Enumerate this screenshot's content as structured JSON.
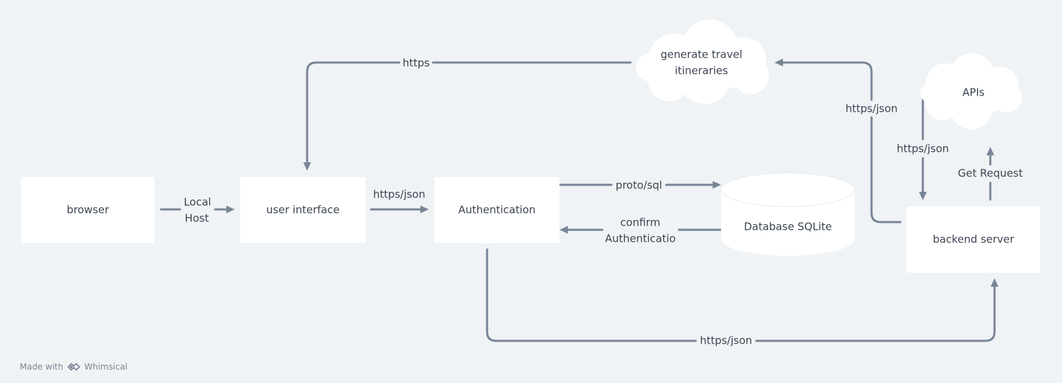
{
  "nodes": {
    "browser": "browser",
    "user_interface": "user interface",
    "authentication": "Authentication",
    "database": "Database SQLite",
    "backend": "backend server",
    "itinerary_cloud": [
      "generate travel",
      "itineraries"
    ],
    "apis_cloud": "APIs"
  },
  "edges": {
    "browser_to_ui": [
      "Local",
      "Host"
    ],
    "ui_to_auth": "https/json",
    "auth_to_db": "proto/sql",
    "db_to_auth": [
      "confirm",
      "Authenticatio"
    ],
    "auth_to_backend": "https/json",
    "backend_to_cloud": "https/json",
    "cloud_to_ui": "https",
    "apis_to_backend": "https/json",
    "backend_to_apis": "Get Request"
  },
  "footer": {
    "made_with": "Made with",
    "brand": "Whimsical"
  },
  "colors": {
    "background": "#f0f3f6",
    "node": "#ffffff",
    "edge": "#788596",
    "text": "#3b4451"
  }
}
